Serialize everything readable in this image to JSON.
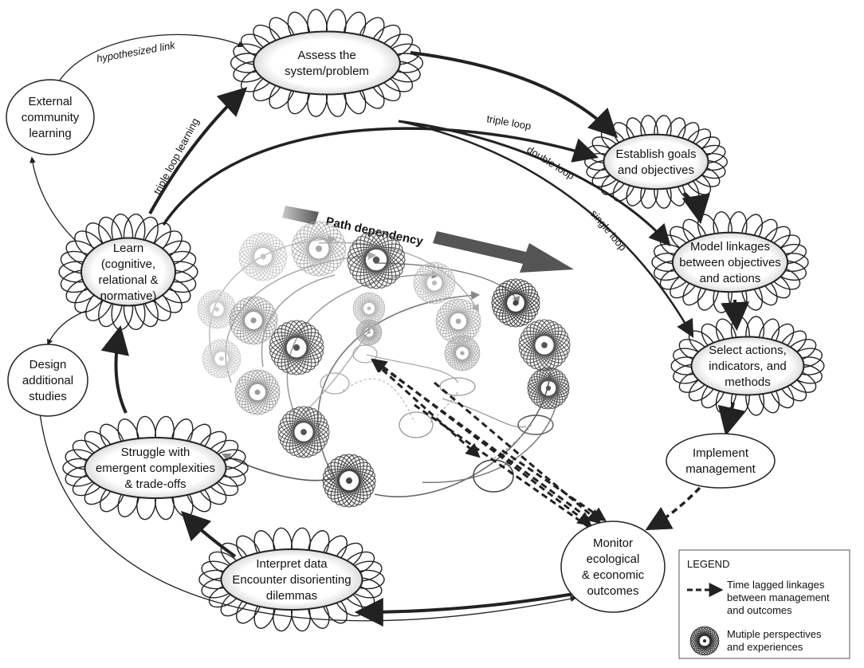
{
  "nodes": {
    "assess": [
      "Assess the",
      "system/problem"
    ],
    "external": [
      "External",
      "community",
      "learning"
    ],
    "goals": [
      "Establish goals",
      "and objectives"
    ],
    "model": [
      "Model linkages",
      "between objectives",
      "and actions"
    ],
    "select": [
      "Select actions,",
      "indicators, and",
      "methods"
    ],
    "implement": [
      "Implement",
      "management"
    ],
    "monitor": [
      "Monitor",
      "ecological",
      "& economic",
      "outcomes"
    ],
    "interpret": [
      "Interpret data",
      "Encounter disorienting",
      "dilemmas"
    ],
    "struggle": [
      "Struggle with",
      "emergent complexities",
      "& trade-offs"
    ],
    "learn": [
      "Learn",
      "(cognitive,",
      "relational &",
      "normative)"
    ],
    "design": [
      "Design",
      "additional",
      "studies"
    ]
  },
  "edge_labels": {
    "hypothesized": "hypothesized link",
    "triple_learning": "triple loop learning",
    "triple": "triple loop",
    "double": "double loop",
    "single": "single loop"
  },
  "path_dependency": "Path dependency",
  "legend": {
    "title": "LEGEND",
    "lagged": [
      "Time lagged linkages",
      "between management",
      "and outcomes"
    ],
    "perspectives": [
      "Mutiple perspectives",
      "and experiences"
    ]
  }
}
